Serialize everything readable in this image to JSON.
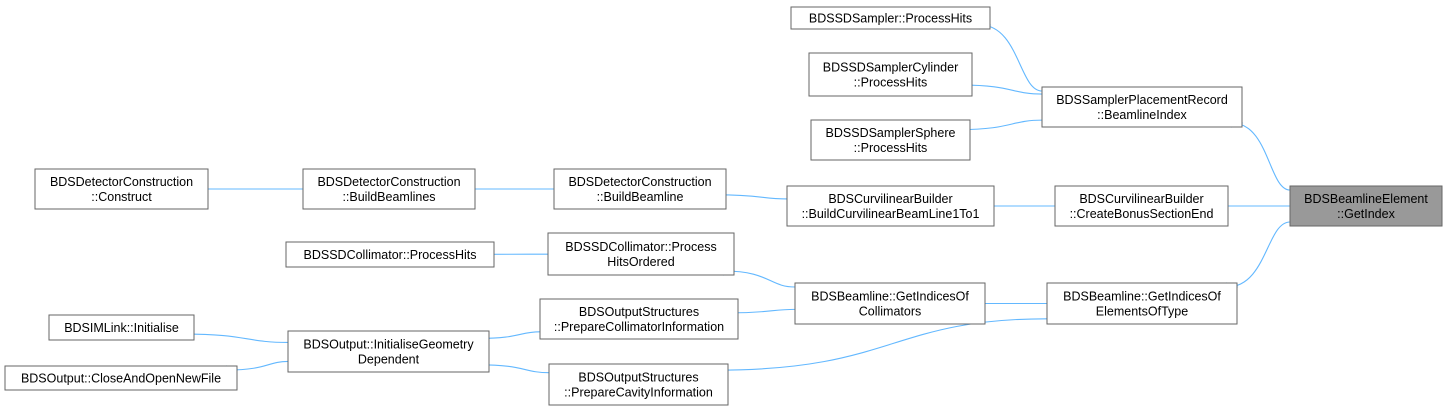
{
  "graph": {
    "nodes": {
      "sampler_processhits": {
        "lines": [
          "BDSSDSampler::ProcessHits"
        ]
      },
      "samplercyl_processhits": {
        "lines": [
          "BDSSDSamplerCylinder",
          "::ProcessHits"
        ]
      },
      "samplersphere_processhits": {
        "lines": [
          "BDSSDSamplerSphere",
          "::ProcessHits"
        ]
      },
      "placement_beamlineindex": {
        "lines": [
          "BDSSamplerPlacementRecord",
          "::BeamlineIndex"
        ]
      },
      "detector_construct": {
        "lines": [
          "BDSDetectorConstruction",
          "::Construct"
        ]
      },
      "detector_buildbeamlines": {
        "lines": [
          "BDSDetectorConstruction",
          "::BuildBeamlines"
        ]
      },
      "detector_buildbeamline": {
        "lines": [
          "BDSDetectorConstruction",
          "::BuildBeamline"
        ]
      },
      "curvi_buildcurvilinear": {
        "lines": [
          "BDSCurvilinearBuilder",
          "::BuildCurvilinearBeamLine1To1"
        ]
      },
      "curvi_createbonus": {
        "lines": [
          "BDSCurvilinearBuilder",
          "::CreateBonusSectionEnd"
        ]
      },
      "beamlineelement_getindex": {
        "lines": [
          "BDSBeamlineElement",
          "::GetIndex"
        ]
      },
      "collimator_processhits": {
        "lines": [
          "BDSSDCollimator::ProcessHits"
        ]
      },
      "collimator_processhitsordered": {
        "lines": [
          "BDSSDCollimator::Process",
          "HitsOrdered"
        ]
      },
      "beamline_indicescollimators": {
        "lines": [
          "BDSBeamline::GetIndicesOf",
          "Collimators"
        ]
      },
      "beamline_indicestype": {
        "lines": [
          "BDSBeamline::GetIndicesOf",
          "ElementsOfType"
        ]
      },
      "imlink_initialise": {
        "lines": [
          "BDSIMLink::Initialise"
        ]
      },
      "output_initgeom": {
        "lines": [
          "BDSOutput::InitialiseGeometry",
          "Dependent"
        ]
      },
      "output_closeopen": {
        "lines": [
          "BDSOutput::CloseAndOpenNewFile"
        ]
      },
      "structs_collimatorinfo": {
        "lines": [
          "BDSOutputStructures",
          "::PrepareCollimatorInformation"
        ]
      },
      "structs_cavityinfo": {
        "lines": [
          "BDSOutputStructures",
          "::PrepareCavityInformation"
        ]
      }
    },
    "edges": [
      [
        "sampler_processhits",
        "placement_beamlineindex"
      ],
      [
        "samplercyl_processhits",
        "placement_beamlineindex"
      ],
      [
        "samplersphere_processhits",
        "placement_beamlineindex"
      ],
      [
        "placement_beamlineindex",
        "beamlineelement_getindex"
      ],
      [
        "detector_construct",
        "detector_buildbeamlines"
      ],
      [
        "detector_buildbeamlines",
        "detector_buildbeamline"
      ],
      [
        "detector_buildbeamline",
        "curvi_buildcurvilinear"
      ],
      [
        "curvi_buildcurvilinear",
        "curvi_createbonus"
      ],
      [
        "curvi_createbonus",
        "beamlineelement_getindex"
      ],
      [
        "collimator_processhits",
        "collimator_processhitsordered"
      ],
      [
        "collimator_processhitsordered",
        "beamline_indicescollimators"
      ],
      [
        "beamline_indicescollimators",
        "beamline_indicestype"
      ],
      [
        "beamline_indicestype",
        "beamlineelement_getindex"
      ],
      [
        "imlink_initialise",
        "output_initgeom"
      ],
      [
        "output_closeopen",
        "output_initgeom"
      ],
      [
        "output_initgeom",
        "structs_collimatorinfo"
      ],
      [
        "output_initgeom",
        "structs_cavityinfo"
      ],
      [
        "structs_collimatorinfo",
        "beamline_indicescollimators"
      ],
      [
        "structs_cavityinfo",
        "beamline_indicestype"
      ]
    ],
    "focus_node": "beamlineelement_getindex",
    "colors": {
      "edge": "#63b8ff",
      "node_border": "#666666",
      "focus_fill": "#999999",
      "node_fill": "#ffffff"
    }
  }
}
